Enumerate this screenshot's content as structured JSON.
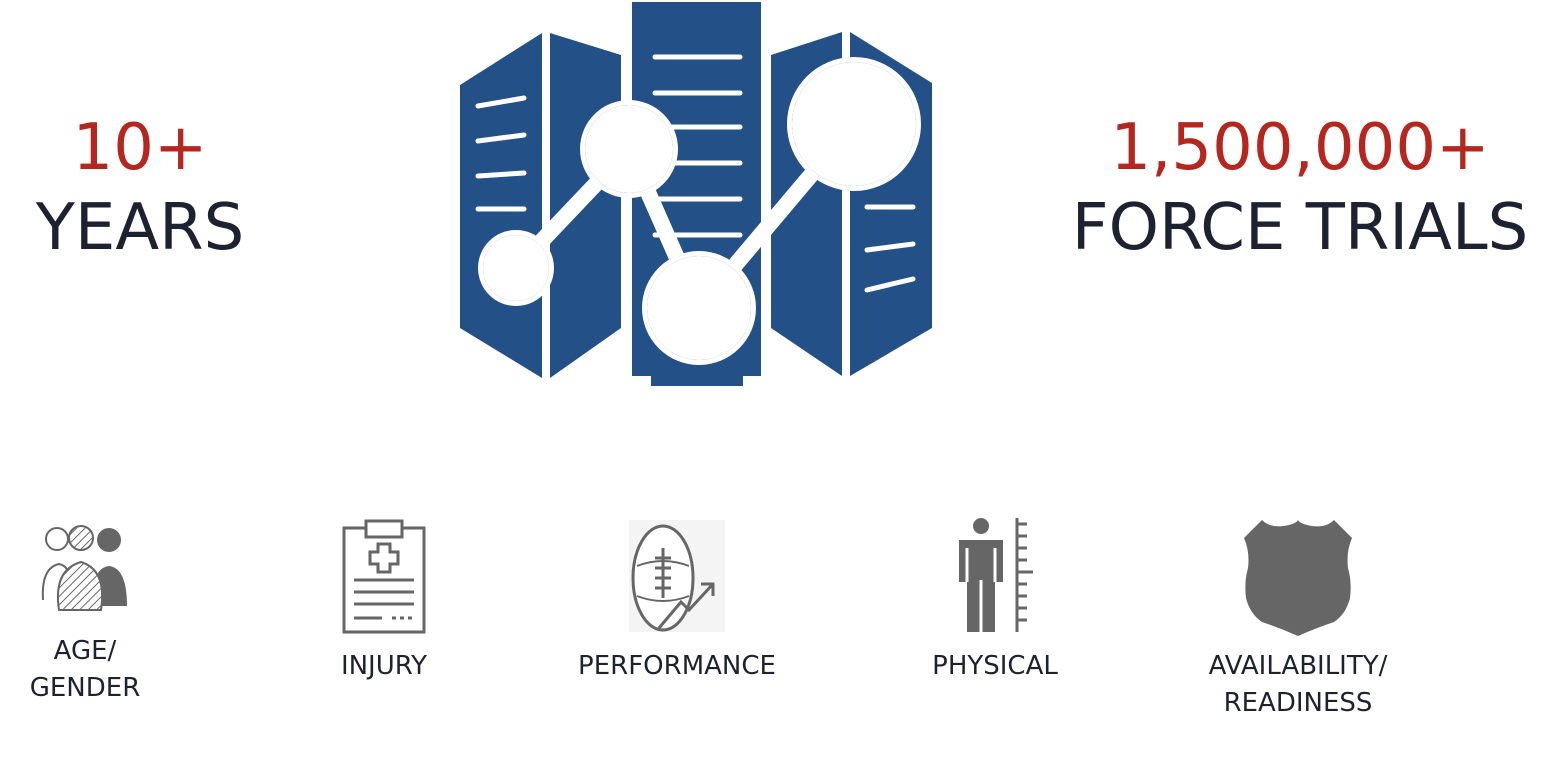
{
  "stats": {
    "years": {
      "number": "10+",
      "label": "YEARS"
    },
    "force_trials": {
      "number": "1,500,000+",
      "label": "FORCE TRIALS"
    }
  },
  "hero": {
    "icon": "database-network-icon",
    "color": "#235087"
  },
  "colors": {
    "accent": "#b5261e",
    "text": "#1d2230",
    "icon_gray": "#666666"
  },
  "categories": [
    {
      "label": "AGE/\nGENDER",
      "icon": "people-icon"
    },
    {
      "label": "INJURY",
      "icon": "medical-clipboard-icon"
    },
    {
      "label": "PERFORMANCE",
      "icon": "football-trend-icon"
    },
    {
      "label": "PHYSICAL",
      "icon": "person-height-icon"
    },
    {
      "label": "AVAILABILITY/\nREADINESS",
      "icon": "badge-shield-icon"
    }
  ]
}
